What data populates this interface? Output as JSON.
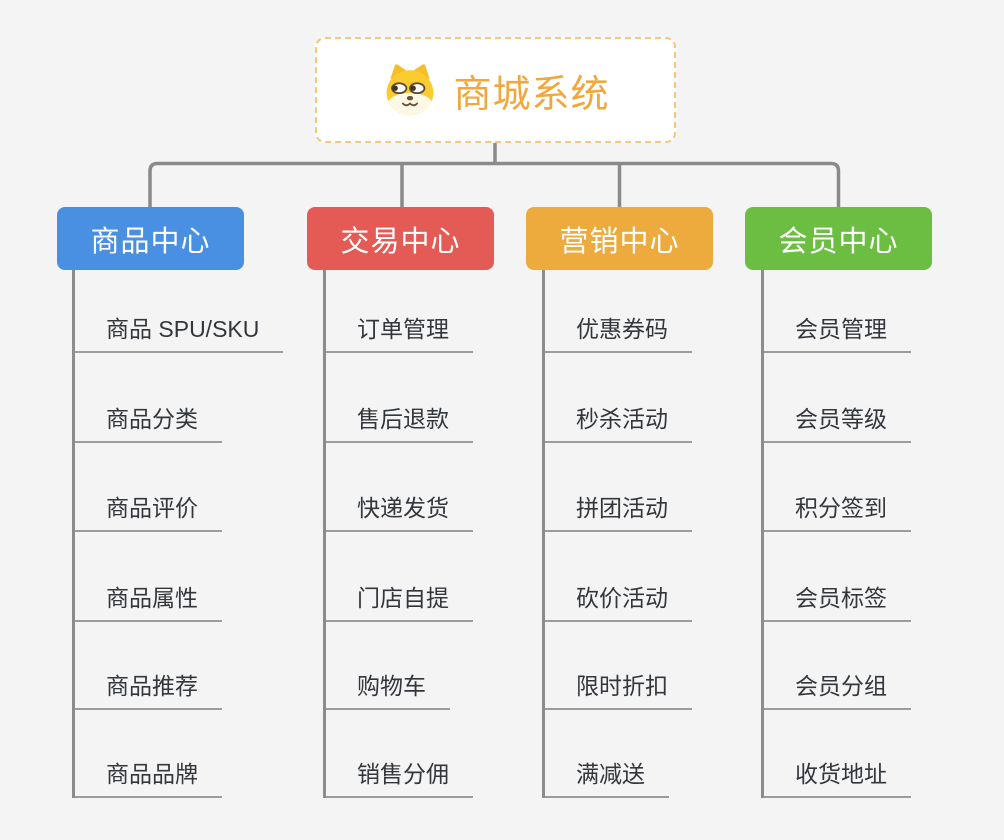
{
  "app": {
    "background_color": "#f4f4f5",
    "connector_color": "#8a8a8a",
    "leaf_underline_color": "#9c9c9c",
    "leaf_text_color": "#33373b"
  },
  "root": {
    "label": "商城系统",
    "icon": "shiba-dog-icon",
    "text_color": "#f2a73d",
    "border_color": "#f5c878",
    "background": "#ffffff"
  },
  "branches": [
    {
      "label": "商品中心",
      "color": "#4a90e2",
      "children": [
        "商品 SPU/SKU",
        "商品分类",
        "商品评价",
        "商品属性",
        "商品推荐",
        "商品品牌"
      ]
    },
    {
      "label": "交易中心",
      "color": "#e45a55",
      "children": [
        "订单管理",
        "售后退款",
        "快递发货",
        "门店自提",
        "购物车",
        "销售分佣"
      ]
    },
    {
      "label": "营销中心",
      "color": "#edab3e",
      "children": [
        "优惠券码",
        "秒杀活动",
        "拼团活动",
        "砍价活动",
        "限时折扣",
        "满减送"
      ]
    },
    {
      "label": "会员中心",
      "color": "#6cbe42",
      "children": [
        "会员管理",
        "会员等级",
        "积分签到",
        "会员标签",
        "会员分组",
        "收货地址"
      ]
    }
  ]
}
